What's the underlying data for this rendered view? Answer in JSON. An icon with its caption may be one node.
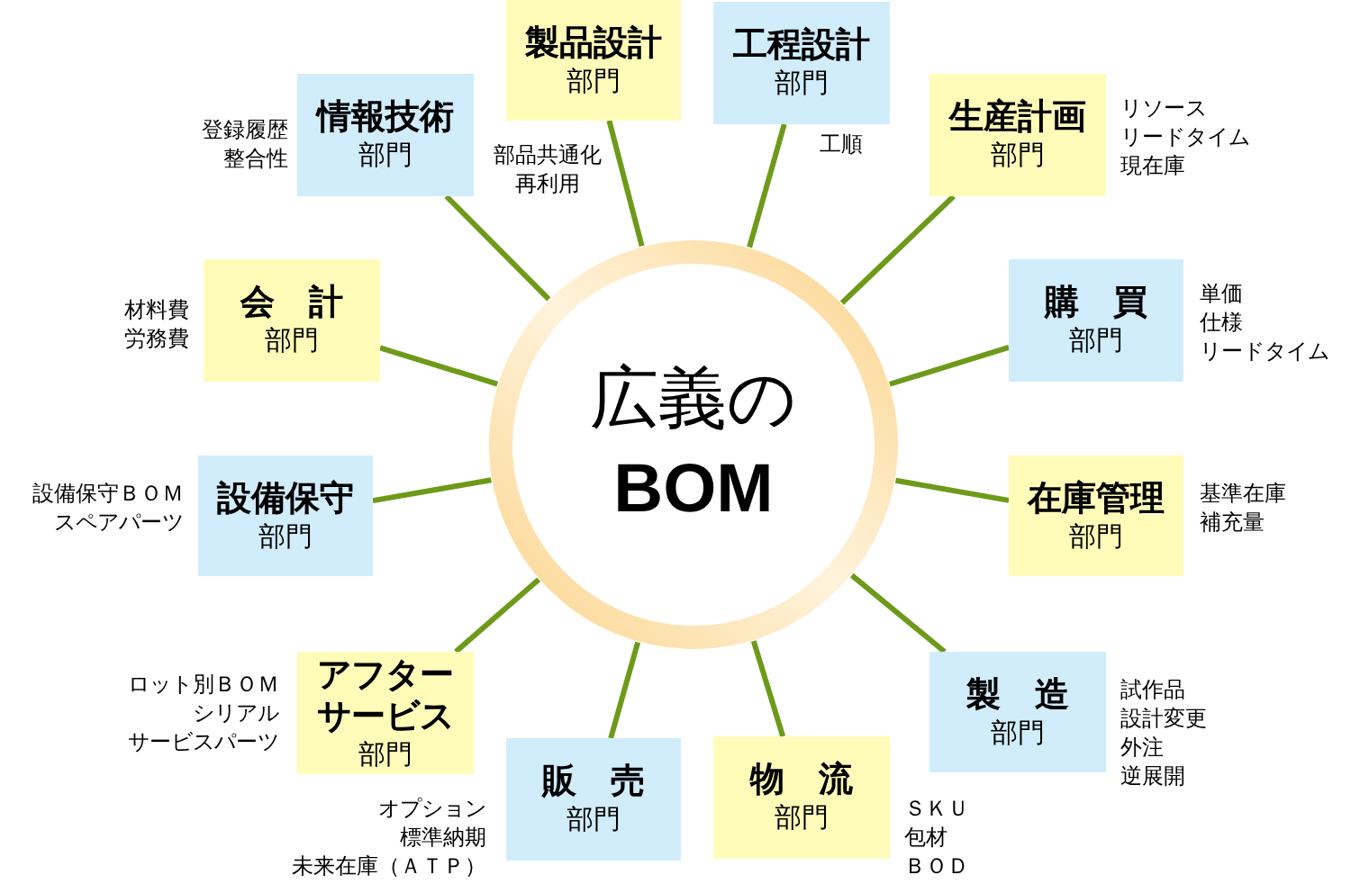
{
  "diagram": {
    "nodes": [
      {
        "text": [
          "広義の",
          "BOM"
        ]
      },
      {
        "text": [
          "製品設計",
          "部門"
        ],
        "beside": [
          "部品共通化",
          "再利用"
        ]
      },
      {
        "text": [
          "工程設計",
          "部門"
        ],
        "beside": [
          "工順"
        ]
      },
      {
        "text": [
          "生産計画",
          "部門"
        ],
        "beside": [
          "リソース",
          "リードタイム",
          "現在庫"
        ]
      },
      {
        "text": [
          "購　買",
          "部門"
        ],
        "beside": [
          "単価",
          "仕様",
          "リードタイム"
        ]
      },
      {
        "text": [
          "在庫管理",
          "部門"
        ],
        "beside": [
          "基準在庫",
          "補充量"
        ]
      },
      {
        "text": [
          "製　造",
          "部門"
        ],
        "beside": [
          "試作品",
          "設計変更",
          "外注",
          "逆展開"
        ]
      },
      {
        "text": [
          "物　流",
          "部門"
        ],
        "beside": [
          "ＳＫＵ",
          "包材",
          "ＢＯＤ"
        ]
      },
      {
        "text": [
          "販　売",
          "部門"
        ],
        "beside": [
          "オプション",
          "標準納期",
          "未来在庫（ＡＴＰ）"
        ]
      },
      {
        "text": [
          "アフターサービス",
          "部門"
        ],
        "beside": [
          "ロット別ＢＯＭ",
          "シリアル",
          "サービスパーツ"
        ]
      },
      {
        "text": [
          "設備保守",
          "部門"
        ],
        "beside": [
          "設備保守ＢＯＭ",
          "スペアパーツ"
        ]
      },
      {
        "text": [
          "会　計",
          "部門"
        ],
        "beside": [
          "材料費",
          "労務費"
        ]
      },
      {
        "text": [
          "情報技術",
          "部門"
        ],
        "beside": [
          "登録履歴",
          "整合性"
        ]
      }
    ],
    "edges": [
      {
        "from": 0,
        "to": 1,
        "arrow": "none"
      },
      {
        "from": 0,
        "to": 2,
        "arrow": "none"
      },
      {
        "from": 0,
        "to": 3,
        "arrow": "none"
      },
      {
        "from": 0,
        "to": 4,
        "arrow": "none"
      },
      {
        "from": 0,
        "to": 5,
        "arrow": "none"
      },
      {
        "from": 0,
        "to": 6,
        "arrow": "none"
      },
      {
        "from": 0,
        "to": 7,
        "arrow": "none"
      },
      {
        "from": 0,
        "to": 8,
        "arrow": "none"
      },
      {
        "from": 0,
        "to": 9,
        "arrow": "none"
      },
      {
        "from": 0,
        "to": 10,
        "arrow": "none"
      },
      {
        "from": 0,
        "to": 11,
        "arrow": "none"
      },
      {
        "from": 0,
        "to": 12,
        "arrow": "none"
      }
    ]
  }
}
